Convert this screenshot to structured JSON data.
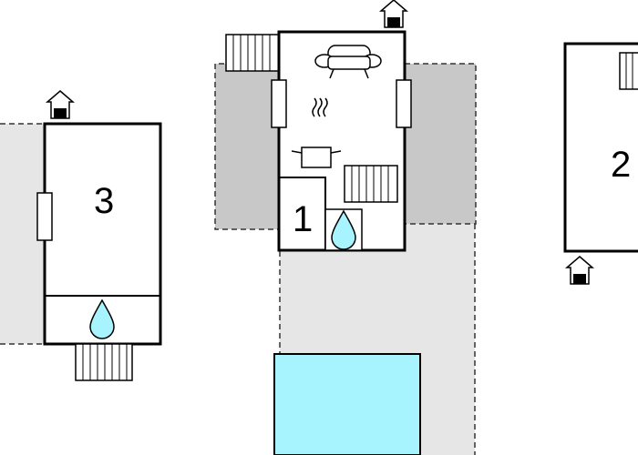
{
  "floorplan": {
    "units": [
      {
        "label": "3",
        "features": [
          "entrance-icon",
          "window-icon",
          "water-drop-icon",
          "stairs-icon"
        ]
      },
      {
        "label": "1",
        "features": [
          "entrance-icon",
          "stairs-icon",
          "sofa-icon",
          "cooking-pot-icon",
          "window-icon",
          "water-drop-icon"
        ]
      },
      {
        "label": "2",
        "features": [
          "entrance-icon",
          "stairs-icon"
        ]
      }
    ],
    "colors": {
      "wall": "#000000",
      "terrace": "#e6e6e6",
      "covered_terrace": "#c8c8c8",
      "pool": "#a7f4ff",
      "water": "#a7f4ff"
    }
  }
}
